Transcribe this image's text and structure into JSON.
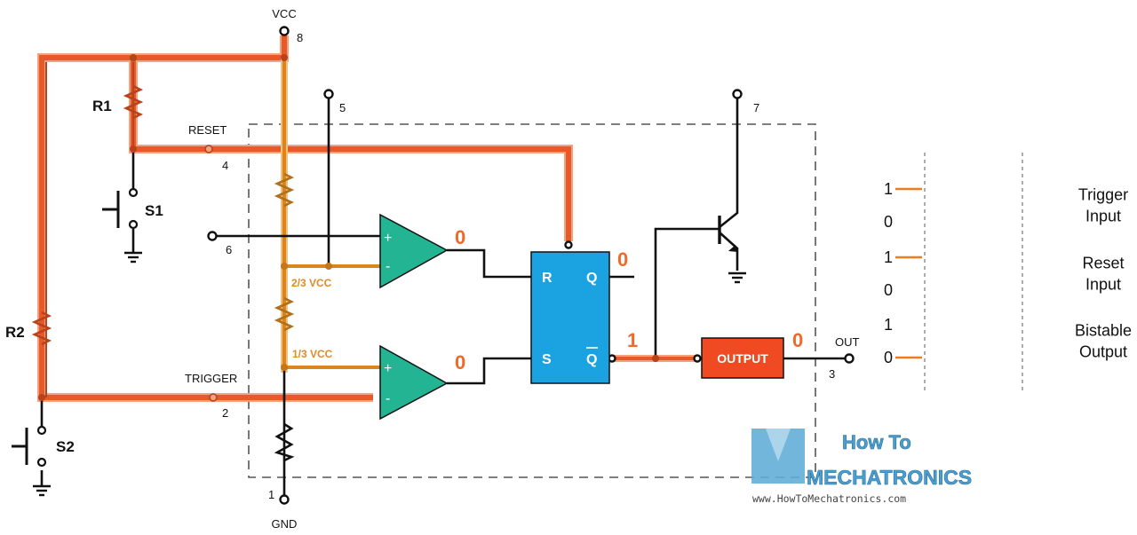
{
  "diagram": {
    "title": "555 Timer Bistable Mode",
    "pins": {
      "vcc_label": "VCC",
      "vcc_pin": "8",
      "pin5": "5",
      "pin7": "7",
      "reset_label": "RESET",
      "reset_pin": "4",
      "pin6": "6",
      "trigger_label": "TRIGGER",
      "trigger_pin": "2",
      "gnd_label": "GND",
      "gnd_pin": "1",
      "out_label": "OUT",
      "out_pin": "3"
    },
    "components": {
      "r1": "R1",
      "r2": "R2",
      "s1": "S1",
      "s2": "S2",
      "output_block": "OUTPUT",
      "two_thirds": "2/3 VCC",
      "one_third": "1/3 VCC",
      "comp_plus": "+",
      "comp_minus": "-",
      "ff_r": "R",
      "ff_s": "S",
      "ff_q": "Q",
      "ff_qbar": "Q"
    },
    "states": {
      "comp_upper_out": "0",
      "comp_lower_out": "0",
      "ff_q": "0",
      "ff_qbar": "1",
      "output": "0"
    },
    "timing": {
      "signals": [
        {
          "name_line1": "Trigger",
          "name_line2": "Input",
          "high": "1",
          "low": "0",
          "level": 1
        },
        {
          "name_line1": "Reset",
          "name_line2": "Input",
          "high": "1",
          "low": "0",
          "level": 1
        },
        {
          "name_line1": "Bistable",
          "name_line2": "Output",
          "high": "1",
          "low": "0",
          "level": 0
        }
      ]
    },
    "watermark": {
      "line1": "How To",
      "line2": "MECHATRONICS",
      "url": "www.HowToMechatronics.com"
    },
    "colors": {
      "active_wire": "#e8592a",
      "active_wire_glow": "#f3a27f",
      "reference_wire": "#d9861f",
      "reference_glow": "#f2c07a",
      "comparator": "#22b493",
      "flipflop": "#1aa3e0",
      "output_block": "#f04a23",
      "state_text": "#ee6a2b"
    }
  }
}
